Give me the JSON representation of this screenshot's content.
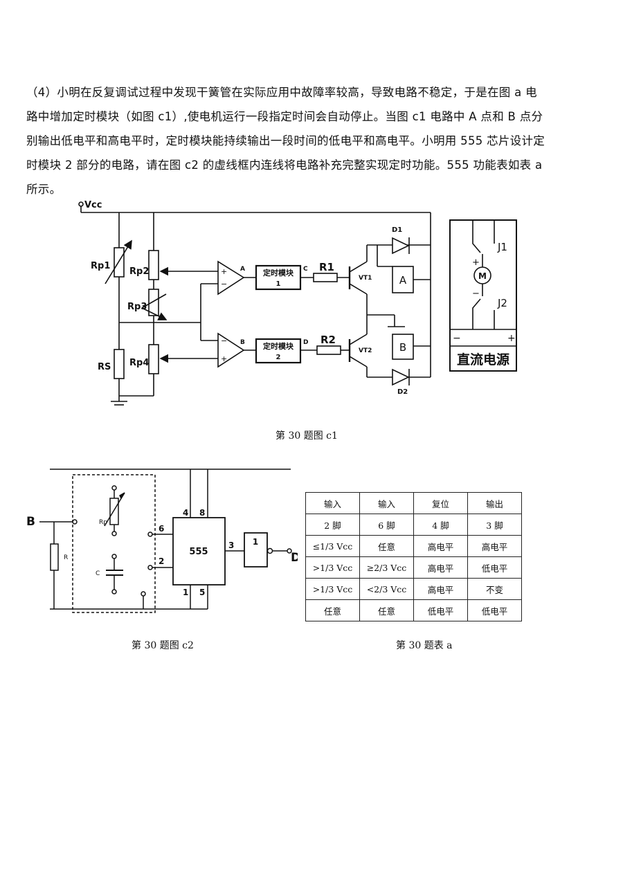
{
  "question": {
    "lines": [
      "（4）小明在反复调试过程中发现干簧管在实际应用中故障率较高，导致电路不稳定，于是在图 a 电",
      "路中增加定时模块（如图 c1）,使电机运行一段指定时间会自动停止。当图 c1 电路中 A 点和 B 点分",
      "别输出低电平和高电平时，定时模块能持续输出一段时间的低电平和高电平。小明用 555 芯片设计定",
      "时模块 2 部分的电路，请在图 c2 的虚线框内连线将电路补充完整实现定时功能。555 功能表如表 a",
      "所示。"
    ]
  },
  "figure_c1": {
    "caption": "第 30 题图 c1",
    "labels": {
      "vcc": "Vcc",
      "rp1": "Rp1",
      "rp2": "Rp2",
      "rp3": "Rp3",
      "rp4": "Rp4",
      "rs": "RS",
      "point_a": "A",
      "point_b": "B",
      "point_c": "C",
      "point_d": "D",
      "timer1_line1": "定时模块",
      "timer1_line2": "1",
      "timer2_line1": "定时模块",
      "timer2_line2": "2",
      "r1": "R1",
      "r2": "R2",
      "vt1": "VT1",
      "vt2": "VT2",
      "d1": "D1",
      "d2": "D2",
      "relay_a": "A",
      "relay_b": "B",
      "plus": "+",
      "minus": "−",
      "motor": "M",
      "j1": "J1",
      "j2": "J2",
      "power_minus": "−",
      "power_plus": "+",
      "power_label": "直流电源"
    }
  },
  "figure_c2": {
    "caption": "第 30 题图 c2",
    "labels": {
      "b": "B",
      "r": "R",
      "rp": "Rp",
      "c": "C",
      "chip": "555",
      "pin4": "4",
      "pin8": "8",
      "pin6": "6",
      "pin2": "2",
      "pin3": "3",
      "pin1": "1",
      "pin5": "5",
      "gate": "1",
      "d": "D"
    }
  },
  "table_a": {
    "caption": "第 30 题表 a",
    "header": [
      "输入",
      "输入",
      "复位",
      "输出"
    ],
    "rows": [
      [
        "2 脚",
        "6 脚",
        "4 脚",
        "3 脚"
      ],
      [
        "≤1/3 Vcc",
        "任意",
        "高电平",
        "高电平"
      ],
      [
        ">1/3 Vcc",
        "≥2/3 Vcc",
        "高电平",
        "低电平"
      ],
      [
        ">1/3 Vcc",
        "<2/3 Vcc",
        "高电平",
        "不变"
      ],
      [
        "任意",
        "任意",
        "低电平",
        "低电平"
      ]
    ]
  }
}
